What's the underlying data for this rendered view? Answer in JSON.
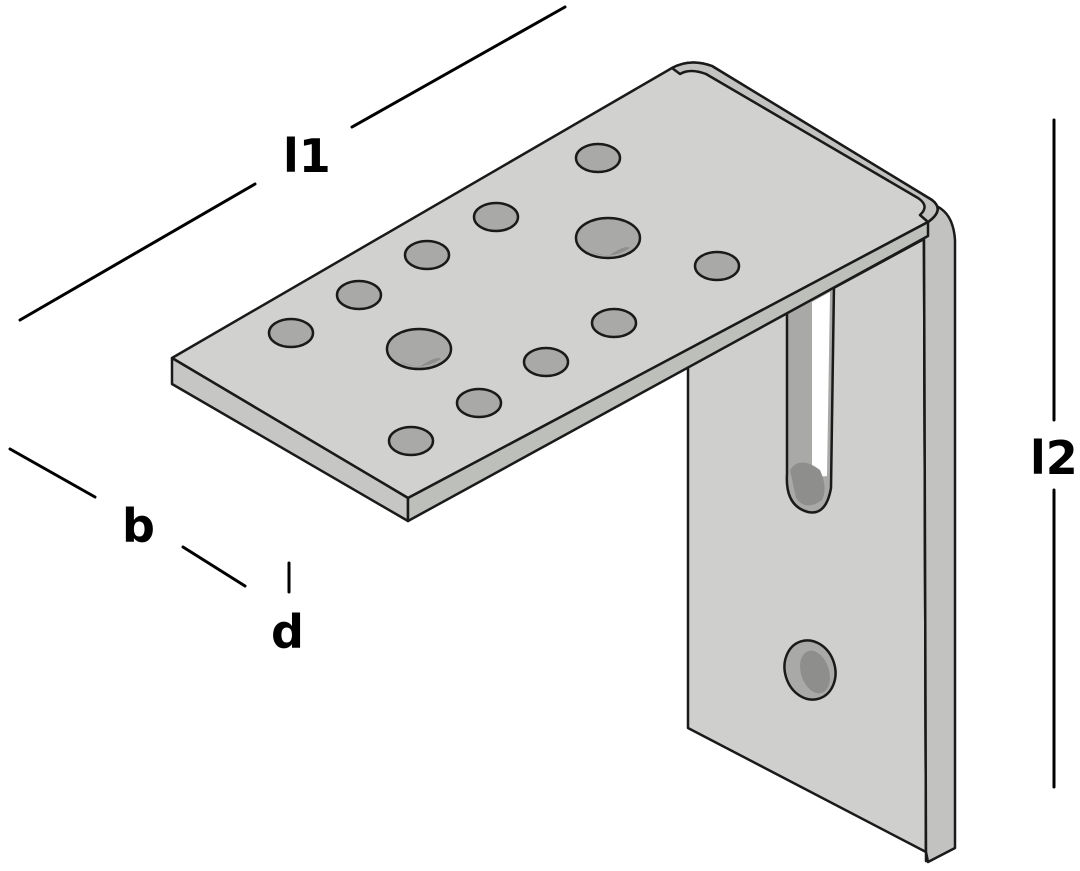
{
  "labels": {
    "l1": "l1",
    "l2": "l2",
    "b": "b",
    "d": "d"
  },
  "colors": {
    "face": "#cfd0cd",
    "face_dark": "#bdbfbb",
    "edge": "#c6c7c4",
    "hole": "#a9aaa7",
    "hole_inner": "#8e8f8c",
    "outline": "#1a1a1a",
    "dimension_line": "#000000"
  }
}
